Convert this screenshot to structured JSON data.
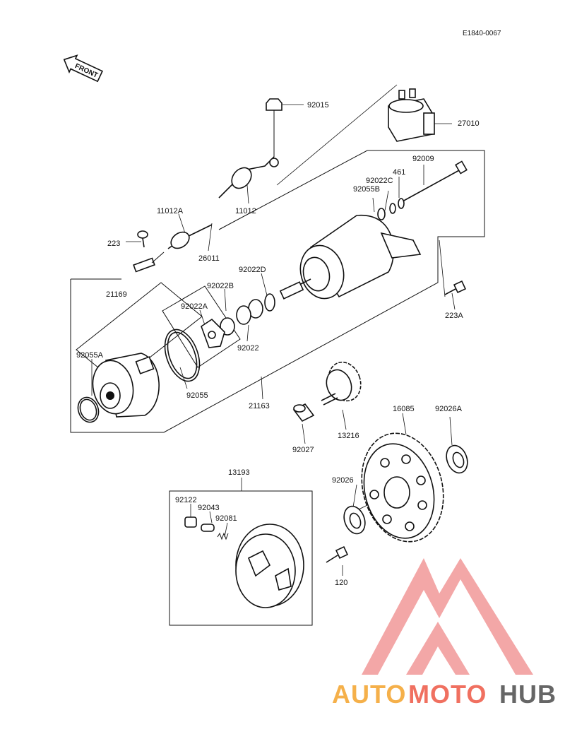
{
  "diagram_code": "E1840-0067",
  "front_label": "FRONT",
  "watermark": {
    "auto": "AUTO",
    "moto": "MOTO",
    "hub": "HUB",
    "colors": {
      "auto": "#f5b04a",
      "moto": "#f07060",
      "hub": "#666666",
      "logo": "#f08a8a"
    }
  },
  "parts": [
    {
      "id": "92015",
      "label": "92015"
    },
    {
      "id": "27010",
      "label": "27010"
    },
    {
      "id": "92009",
      "label": "92009"
    },
    {
      "id": "461",
      "label": "461"
    },
    {
      "id": "92022C",
      "label": "92022C"
    },
    {
      "id": "92055B",
      "label": "92055B"
    },
    {
      "id": "11012A",
      "label": "11012A"
    },
    {
      "id": "11012",
      "label": "11012"
    },
    {
      "id": "223",
      "label": "223"
    },
    {
      "id": "26011",
      "label": "26011"
    },
    {
      "id": "92022D",
      "label": "92022D"
    },
    {
      "id": "21169",
      "label": "21169"
    },
    {
      "id": "92022B",
      "label": "92022B"
    },
    {
      "id": "92022A",
      "label": "92022A"
    },
    {
      "id": "92022",
      "label": "92022"
    },
    {
      "id": "223A",
      "label": "223A"
    },
    {
      "id": "92055A",
      "label": "92055A"
    },
    {
      "id": "92055",
      "label": "92055"
    },
    {
      "id": "21163",
      "label": "21163"
    },
    {
      "id": "16085",
      "label": "16085"
    },
    {
      "id": "92026A",
      "label": "92026A"
    },
    {
      "id": "13216",
      "label": "13216"
    },
    {
      "id": "92027",
      "label": "92027"
    },
    {
      "id": "13193",
      "label": "13193"
    },
    {
      "id": "92026",
      "label": "92026"
    },
    {
      "id": "92122",
      "label": "92122"
    },
    {
      "id": "92043",
      "label": "92043"
    },
    {
      "id": "92081",
      "label": "92081"
    },
    {
      "id": "120",
      "label": "120"
    }
  ]
}
